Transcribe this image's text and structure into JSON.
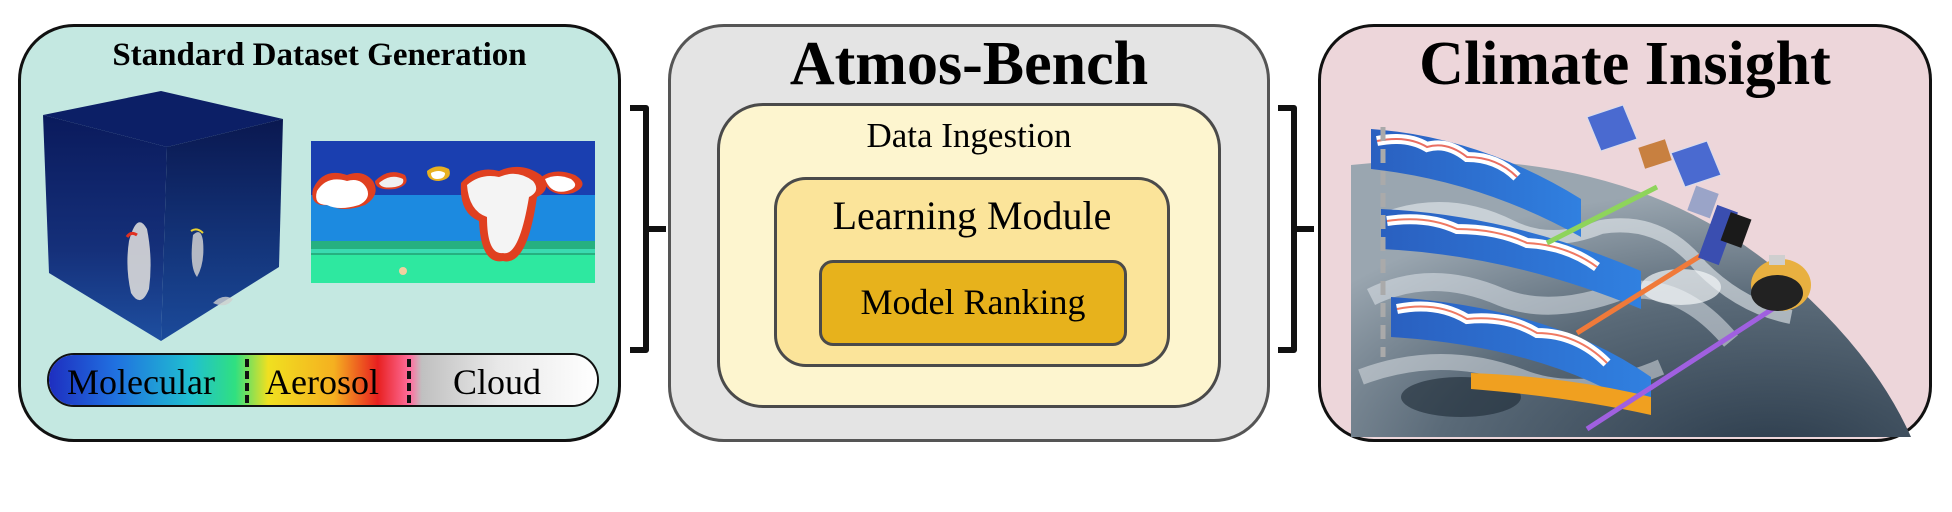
{
  "left_panel": {
    "title": "Standard Dataset Generation",
    "legend": {
      "molecular": "Molecular",
      "aerosol": "Aerosol",
      "cloud": "Cloud"
    }
  },
  "middle_panel": {
    "title": "Atmos-Bench",
    "ingestion": "Data Ingestion",
    "learning": "Learning Module",
    "ranking": "Model Ranking"
  },
  "right_panel": {
    "title": "Climate Insight",
    "beam_colors": [
      "#8ed45b",
      "#f07a3a",
      "#a060e0"
    ]
  },
  "colors": {
    "left_bg": "#c4e8e1",
    "middle_bg": "#e4e4e4",
    "right_bg": "#edd6da",
    "ingestion_bg": "#fdf5cf",
    "learning_bg": "#fbe49a",
    "ranking_bg": "#e7b21c"
  }
}
